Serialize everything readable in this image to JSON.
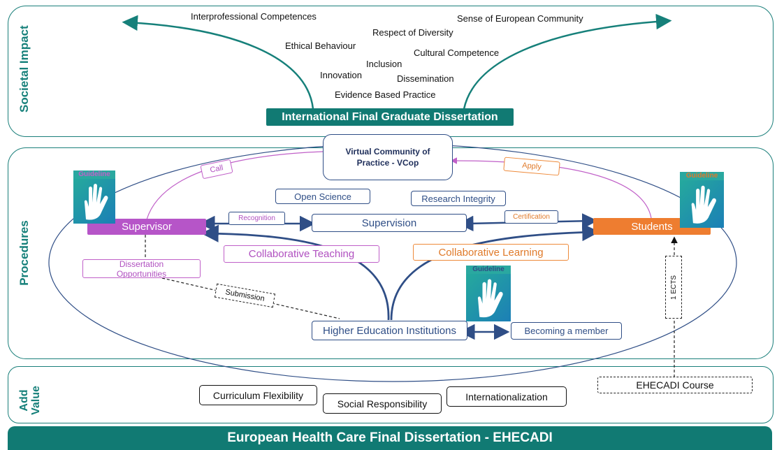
{
  "sections": {
    "societal_impact": "Societal Impact",
    "procedures": "Procedures",
    "add_value": "Add Value"
  },
  "societal": {
    "words": {
      "interprofessional": "Interprofessional Competences",
      "sense_community": "Sense of European Community",
      "respect_diversity": "Respect of Diversity",
      "ethical": "Ethical Behaviour",
      "cultural": "Cultural Competence",
      "inclusion": "Inclusion",
      "innovation": "Innovation",
      "dissemination": "Dissemination",
      "evidence": "Evidence Based Practice"
    },
    "dissertation_banner": "International Final Graduate Dissertation"
  },
  "procedures": {
    "vcop": "Virtual Community of Practice -  VCop",
    "call": "Call",
    "apply": "Apply",
    "open_science": "Open Science",
    "research_integrity": "Research Integrity",
    "supervisor": "Supervisor",
    "supervision": "Supervision",
    "students": "Students",
    "recognition": "Recognition",
    "certification": "Certification",
    "collab_teaching": "Collaborative Teaching",
    "collab_learning": "Collaborative Learning",
    "dissertation_opportunities": "Dissertation Opportunities",
    "submission": "Submission",
    "hei": "Higher Education Institutions",
    "becoming_member": "Becoming a member",
    "ects": "1 ECTS",
    "guideline": "Guideline"
  },
  "add_value": {
    "curriculum": "Curriculum Flexibility",
    "social": "Social Responsibility",
    "internationalization": "Internationalization",
    "ehecadi_course": "EHECADI Course"
  },
  "footer": "European Health Care Final Dissertation - EHECADI",
  "colors": {
    "teal": "#16807a",
    "navy": "#2f4e86",
    "purple": "#b050c0",
    "orange": "#ee7d30"
  }
}
